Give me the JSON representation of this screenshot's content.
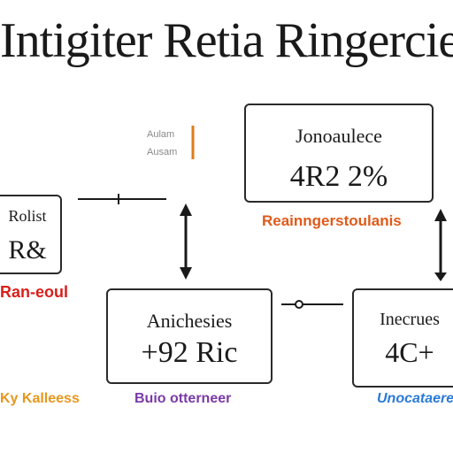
{
  "title": "Intigiter Retia Ringercies",
  "boxes": {
    "top_right": {
      "line1": "Jonoaulece",
      "line2": "4R2 2%"
    },
    "left_middle": {
      "line1": "Rolist",
      "line2": "R&"
    },
    "bottom_middle": {
      "line1": "Anichesies",
      "line2": "+92 Ric"
    },
    "bottom_right": {
      "line1": "Inecrues",
      "line2": "4C+"
    }
  },
  "labels": {
    "small_1": "Aulam",
    "small_2": "Ausam",
    "red_right": "Reainngerstoulanis",
    "red_left": "Ran-eoul",
    "bottom_left": "Ky Kalleess",
    "bottom_mid": "Buio otterneer",
    "bottom_right": "Unocataereas"
  },
  "colors": {
    "ink": "#1a1a1a",
    "orange_accent": "#e07a1a",
    "red_label": "#d8201a",
    "orange_label": "#e05a1a",
    "yellow_label": "#e8961a",
    "purple_label": "#7a3aa8",
    "blue_label": "#2a7ad8"
  }
}
